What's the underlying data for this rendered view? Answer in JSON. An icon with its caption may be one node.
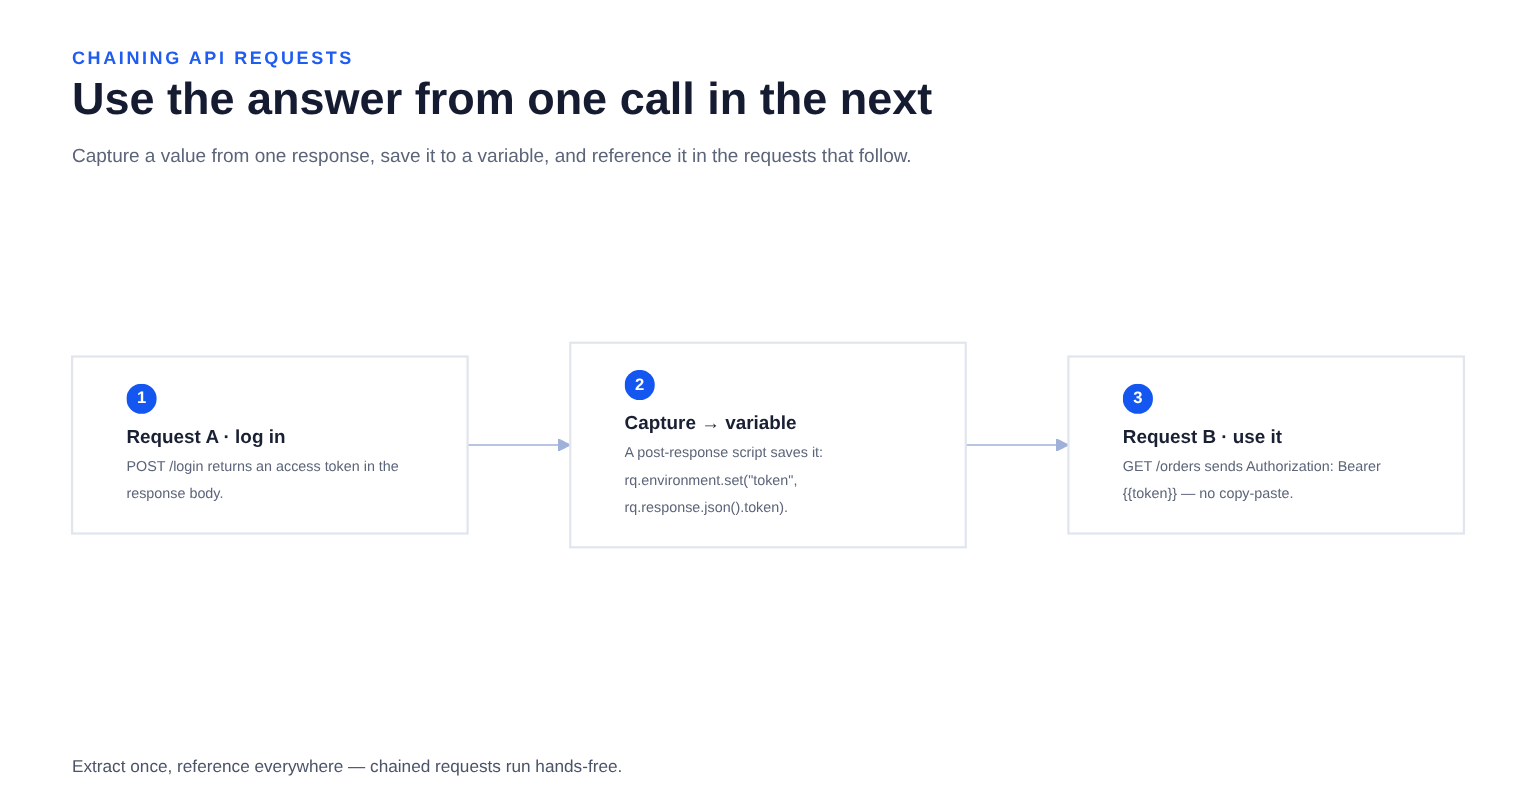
{
  "diagram": {
    "title": "Use the answer from one call in the next",
    "caption": "Extract once, reference everywhere — chained requests run hands-free.",
    "nodes": [
      {
        "text": [
          "1",
          "Request A · log in",
          "POST /login returns an access token in the response body."
        ]
      },
      {
        "text": [
          "2",
          "Capture → variable",
          "A post-response script saves it: rq.environment.set(\"token\", rq.response.json().token)."
        ]
      },
      {
        "text": [
          "3",
          "Request B · use it",
          "GET /orders sends Authorization: Bearer {{token}} — no copy-paste."
        ]
      }
    ],
    "edges": [
      {
        "from": 0,
        "to": 1,
        "arrow": "to"
      },
      {
        "from": 1,
        "to": 2,
        "arrow": "to"
      }
    ],
    "labels": [
      "CHAINING API REQUESTS",
      "Capture a value from one response, save it to a variable, and reference it in the requests that follow."
    ]
  }
}
